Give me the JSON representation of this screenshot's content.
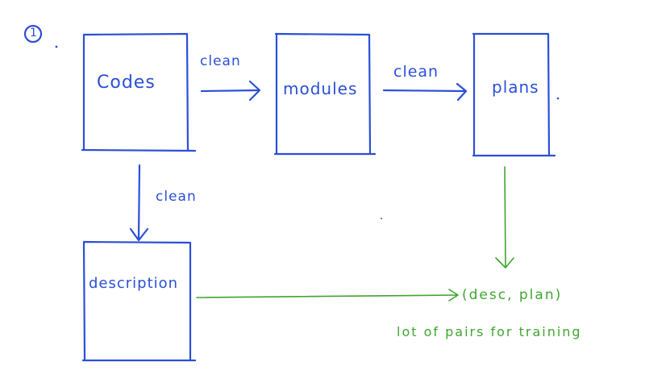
{
  "step_marker": "1",
  "nodes": {
    "codes": "Codes",
    "modules": "modules",
    "plans": "plans",
    "description": "description"
  },
  "edges": {
    "codes_to_modules": "clean",
    "modules_to_plans": "clean",
    "codes_to_description": "clean"
  },
  "result": {
    "pair": "(desc, plan)",
    "note": "lot of pairs for training"
  },
  "colors": {
    "blue_ink": "#2b4fd6",
    "green_ink": "#3fa52f"
  }
}
